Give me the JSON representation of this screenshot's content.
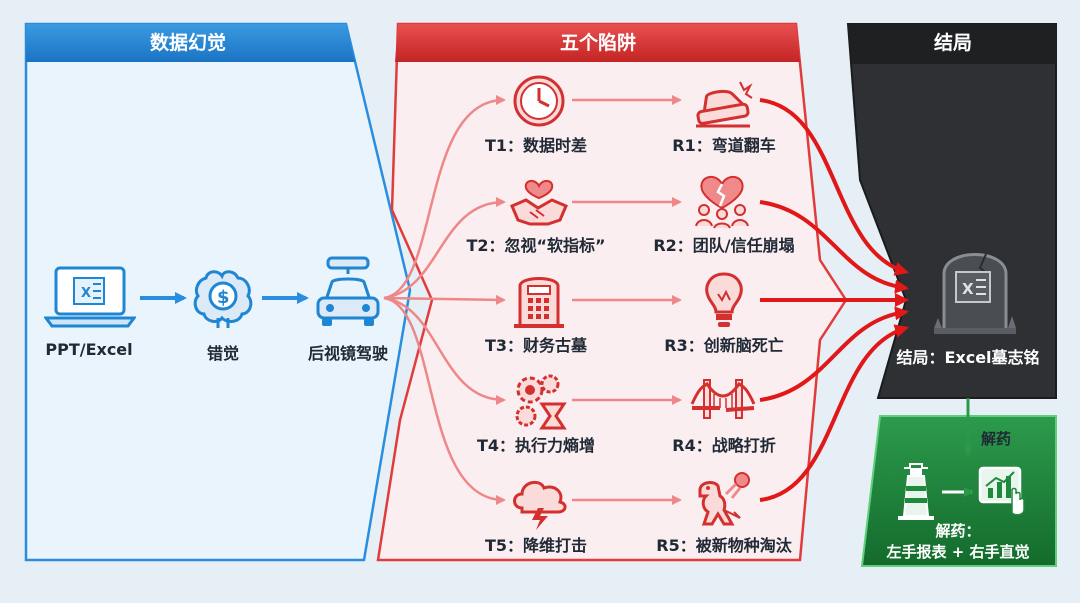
{
  "panels": {
    "illusion_title": "数据幻觉",
    "traps_title": "五个陷阱",
    "ending_title": "结局"
  },
  "left_flow": [
    {
      "icon": "excel-laptop-icon",
      "label": "PPT/Excel"
    },
    {
      "icon": "brain-dollar-icon",
      "label": "错觉"
    },
    {
      "icon": "car-mirror-icon",
      "label": "后视镜驾驶"
    }
  ],
  "traps": [
    {
      "t_icon": "clock-icon",
      "t_label": "T1：数据时差",
      "r_icon": "car-crash-icon",
      "r_label": "R1：弯道翻车"
    },
    {
      "t_icon": "handshake-heart-icon",
      "t_label": "T2：忽视“软指标”",
      "r_icon": "broken-heart-team-icon",
      "r_label": "R2：团队/信任崩塌"
    },
    {
      "t_icon": "calculator-tomb-icon",
      "t_label": "T3：财务古墓",
      "r_icon": "lightbulb-icon",
      "r_label": "R3：创新脑死亡"
    },
    {
      "t_icon": "gears-hourglass-icon",
      "t_label": "T4：执行力熵增",
      "r_icon": "bridge-icon",
      "r_label": "R4：战略打折"
    },
    {
      "t_icon": "storm-cloud-icon",
      "t_label": "T5：降维打击",
      "r_icon": "dinosaur-meteor-icon",
      "r_label": "R5：被新物种淘汰"
    }
  ],
  "ending": {
    "icon": "excel-tombstone-icon",
    "label": "结局：Excel墓志铭"
  },
  "antidote": {
    "arrow_label": "解药",
    "line1": "解药：",
    "line2": "左手报表 + 右手直觉",
    "icons": [
      "lighthouse-icon",
      "chart-touch-icon"
    ]
  },
  "colors": {
    "blue": "#1f86d3",
    "red": "#d33030",
    "dark": "#2b2d30",
    "green": "#1f8a3c"
  }
}
